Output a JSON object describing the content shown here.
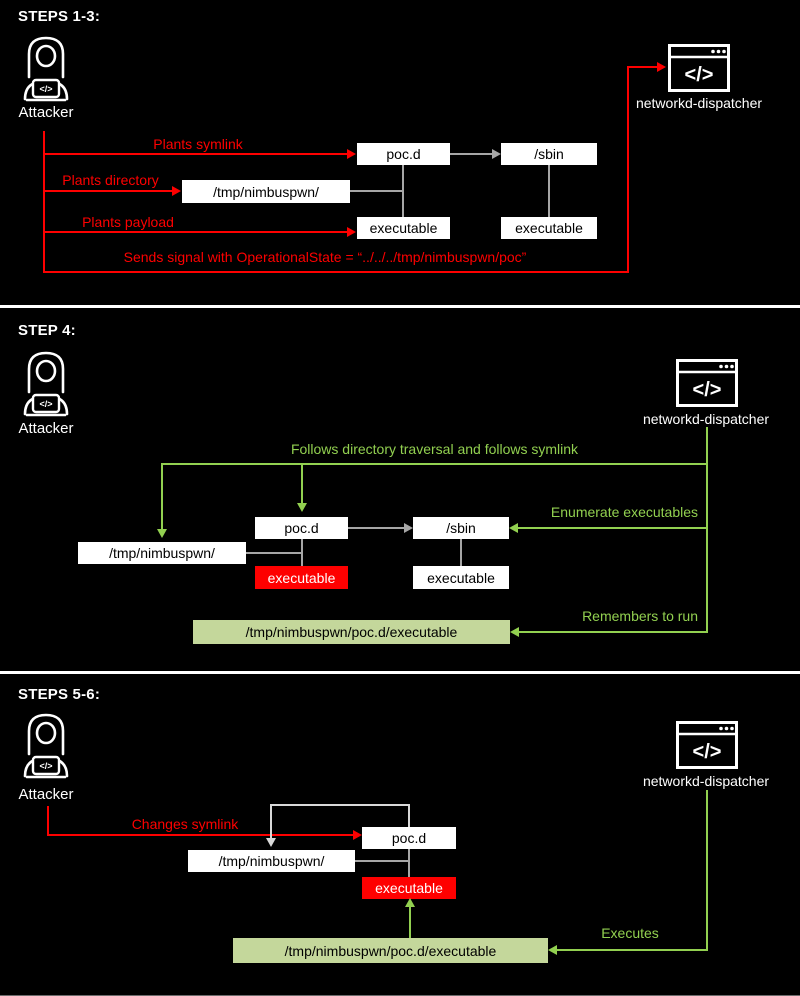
{
  "colors": {
    "red": "#fe0000",
    "green": "#92d050",
    "green_box_bg": "#c4d79b",
    "gray": "#a6a6a6",
    "background": "#000000"
  },
  "icons": {
    "code_glyph": "</>"
  },
  "panel1": {
    "heading": "STEPS 1-3:",
    "attacker_label": "Attacker",
    "dispatcher_label": "networkd-dispatcher",
    "labels": {
      "plants_symlink": "Plants symlink",
      "plants_directory": "Plants directory",
      "plants_payload": "Plants payload",
      "sends_signal": "Sends signal with OperationalState = “../../../tmp/nimbuspwn/poc”"
    },
    "boxes": {
      "poc_d": "poc.d",
      "sbin": "/sbin",
      "tmp_dir": "/tmp/nimbuspwn/",
      "executable_poc": "executable",
      "executable_sbin": "executable"
    }
  },
  "panel2": {
    "heading": "STEP 4:",
    "attacker_label": "Attacker",
    "dispatcher_label": "networkd-dispatcher",
    "labels": {
      "follows": "Follows directory traversal and follows symlink",
      "enumerate": "Enumerate executables",
      "remembers": "Remembers to run"
    },
    "boxes": {
      "poc_d": "poc.d",
      "sbin": "/sbin",
      "tmp_dir": "/tmp/nimbuspwn/",
      "executable_payload": "executable",
      "executable_sbin": "executable",
      "result_path": "/tmp/nimbuspwn/poc.d/executable"
    }
  },
  "panel3": {
    "heading": "STEPS 5-6:",
    "attacker_label": "Attacker",
    "dispatcher_label": "networkd-dispatcher",
    "labels": {
      "changes_symlink": "Changes symlink",
      "executes": "Executes"
    },
    "boxes": {
      "poc_d": "poc.d",
      "tmp_dir": "/tmp/nimbuspwn/",
      "executable_payload": "executable",
      "result_path": "/tmp/nimbuspwn/poc.d/executable"
    }
  }
}
